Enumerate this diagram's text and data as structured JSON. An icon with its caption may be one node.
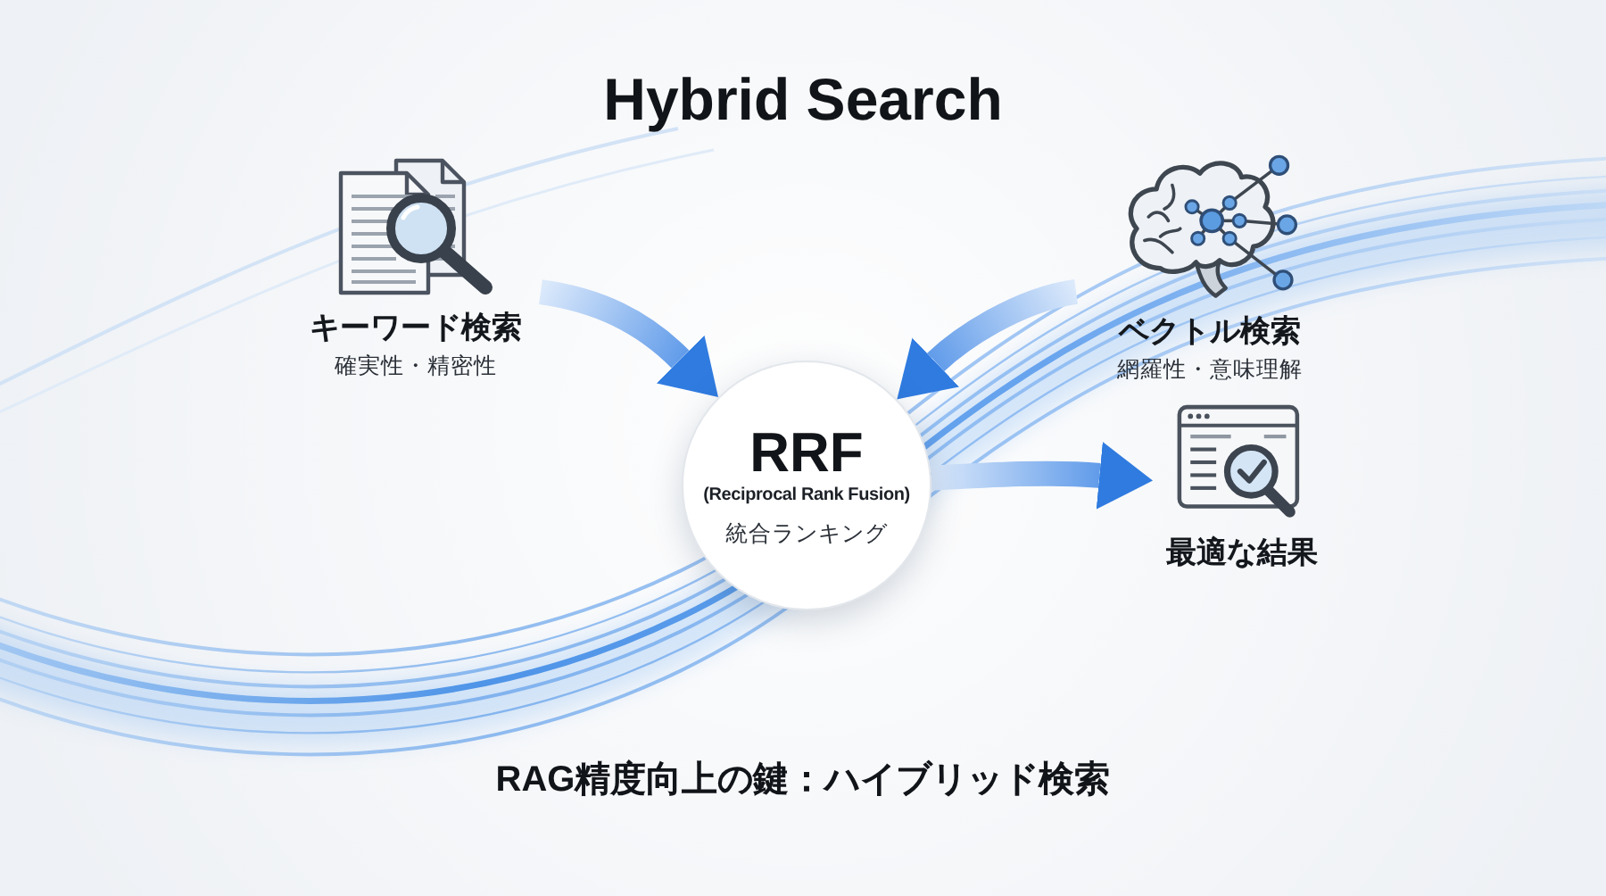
{
  "diagram": {
    "title": "Hybrid Search",
    "caption": "RAG精度向上の鍵：ハイブリッド検索",
    "nodes": [
      {
        "text": [
          "キーワード検索",
          "確実性・精密性"
        ]
      },
      {
        "text": [
          "RRF",
          "(Reciprocal Rank Fusion)",
          "統合ランキング"
        ]
      },
      {
        "text": [
          "ベクトル検索",
          "網羅性・意味理解"
        ]
      },
      {
        "text": [
          "最適な結果"
        ]
      }
    ],
    "edges": [
      {
        "from": 0,
        "to": 1,
        "arrow": "to",
        "style": "thick"
      },
      {
        "from": 2,
        "to": 1,
        "arrow": "to",
        "style": "thick"
      },
      {
        "from": 1,
        "to": 3,
        "arrow": "to",
        "style": "thick"
      }
    ]
  }
}
